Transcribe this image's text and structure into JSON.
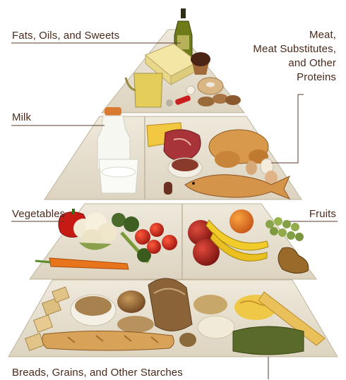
{
  "labels": {
    "fats": "Fats, Oils, and Sweets",
    "meat": [
      "Meat,",
      "Meat Substitutes,",
      "and Other",
      "Proteins"
    ],
    "milk": "Milk",
    "vegetables": "Vegetables",
    "fruits": "Fruits",
    "breads": "Breads, Grains, and Other Starches"
  },
  "colors": {
    "label_text": "#4a2a1c",
    "leader_line": "#5a3a2c",
    "pyramid_tier": "#e6dfcf",
    "pyramid_border": "#bfb49c"
  },
  "tiers": [
    {
      "name": "fats-oils-sweets-tier",
      "icons": [
        "oil-bottle-icon",
        "butter-icon",
        "cupcake-icon",
        "donut-icon",
        "cookies-icon",
        "candy-icon",
        "measuring-cup-icon"
      ]
    },
    {
      "name": "milk-meat-tier",
      "icons": [
        "milk-bottle-icon",
        "milk-glass-icon",
        "cheese-icon",
        "steak-icon",
        "roast-chicken-icon",
        "beans-bowl-icon",
        "fish-icon",
        "eggs-icon"
      ]
    },
    {
      "name": "vegetables-fruits-tier",
      "icons": [
        "bell-pepper-icon",
        "cauliflower-icon",
        "tomatoes-icon",
        "broccoli-icon",
        "carrot-icon",
        "apples-icon",
        "bananas-icon",
        "orange-icon",
        "grapes-icon",
        "pear-icon"
      ]
    },
    {
      "name": "breads-grains-tier",
      "icons": [
        "crackers-icon",
        "oatmeal-bowl-icon",
        "bread-roll-icon",
        "whole-grain-loaf-icon",
        "baguette-icon",
        "rice-icon",
        "pasta-icon",
        "spaghetti-icon",
        "potato-icon"
      ]
    }
  ]
}
